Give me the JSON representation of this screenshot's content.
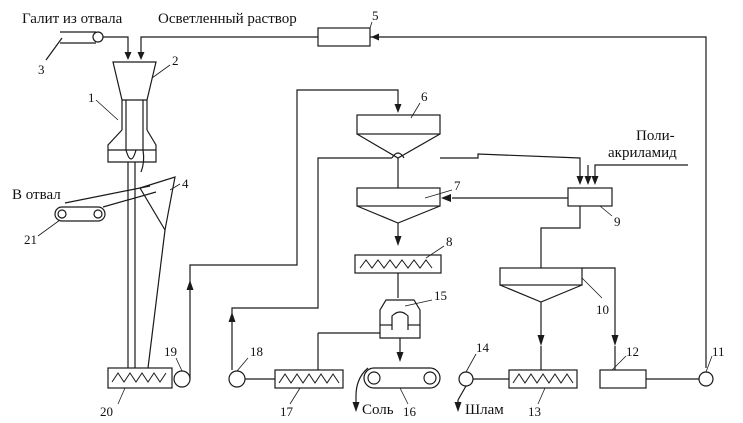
{
  "labels": {
    "halite": "Галит из отвала",
    "clarified_solution": "Осветленный  раствор",
    "polyacrylamide_line1": "Поли-",
    "polyacrylamide_line2": "акриламид",
    "to_dump": "В отвал",
    "salt": "Соль",
    "sludge": "Шлам"
  },
  "numbers": {
    "n1": "1",
    "n2": "2",
    "n3": "3",
    "n4": "4",
    "n5": "5",
    "n6": "6",
    "n7": "7",
    "n8": "8",
    "n9": "9",
    "n10": "10",
    "n11": "11",
    "n12": "12",
    "n13": "13",
    "n14": "14",
    "n15": "15",
    "n16": "16",
    "n17": "17",
    "n18": "18",
    "n19": "19",
    "n20": "20",
    "n21": "21"
  }
}
